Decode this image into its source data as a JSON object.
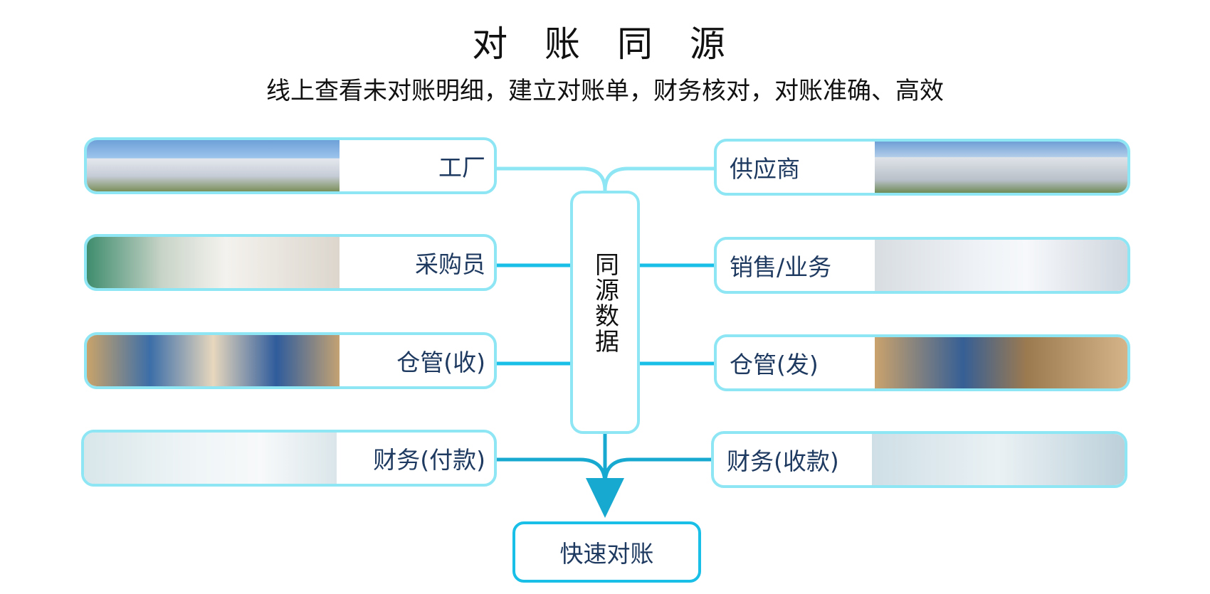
{
  "title": "对 账 同 源",
  "subtitle": "线上查看未对账明细，建立对账单，财务核对，对账准确、高效",
  "left_roles": [
    {
      "label": "工厂",
      "photo": "factory-building-photo"
    },
    {
      "label": "采购员",
      "photo": "meeting-people-photo"
    },
    {
      "label": "仓管(收)",
      "photo": "warehouse-woman-photo"
    },
    {
      "label": "财务(付款)",
      "photo": "smiling-man-photo"
    }
  ],
  "right_roles": [
    {
      "label": "供应商",
      "photo": "supplier-building-photo"
    },
    {
      "label": "销售/业务",
      "photo": "sales-team-photo"
    },
    {
      "label": "仓管(发)",
      "photo": "warehouse-worker-photo"
    },
    {
      "label": "财务(收款)",
      "photo": "finance-team-photo"
    }
  ],
  "center_label": "同源数据",
  "result_label": "快速对账",
  "colors": {
    "card_border": "#8ee6f4",
    "line_light": "#8ee6f4",
    "line_strong": "#19bfe6",
    "line_dark": "#17a9cf",
    "label_text": "#1f3a60"
  }
}
